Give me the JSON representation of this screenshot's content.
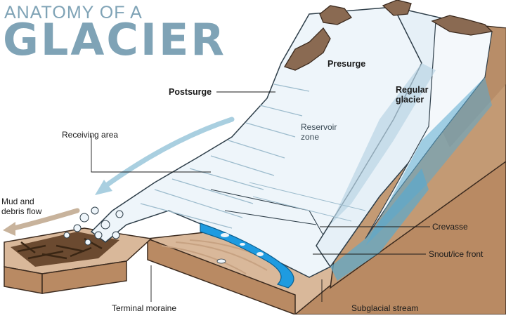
{
  "title": {
    "line1": "ANATOMY OF A",
    "line2": "GLACIER"
  },
  "labels": {
    "presurge": "Presurge",
    "postsurge": "Postsurge",
    "regular_glacier": "Regular glacier",
    "reservoir_zone": "Reservoir zone",
    "receiving_area": "Receiving area",
    "mud_debris": "Mud and debris flow",
    "crevasse": "Crevasse",
    "snout": "Snout/ice front",
    "terminal_moraine": "Terminal moraine",
    "subglacial_stream": "Subglacial stream"
  },
  "colors": {
    "title": "#7fa3b6",
    "ice_light": "#eef5fa",
    "ice_shade": "#b9d4e4",
    "ice_blue": "#5aa9cf",
    "water": "#1e9be0",
    "ground_top": "#d9b89a",
    "ground_side": "#b98a63",
    "rock": "#8a6a52",
    "arrow_blue": "#a9cfe0",
    "arrow_tan": "#c8b39c"
  }
}
